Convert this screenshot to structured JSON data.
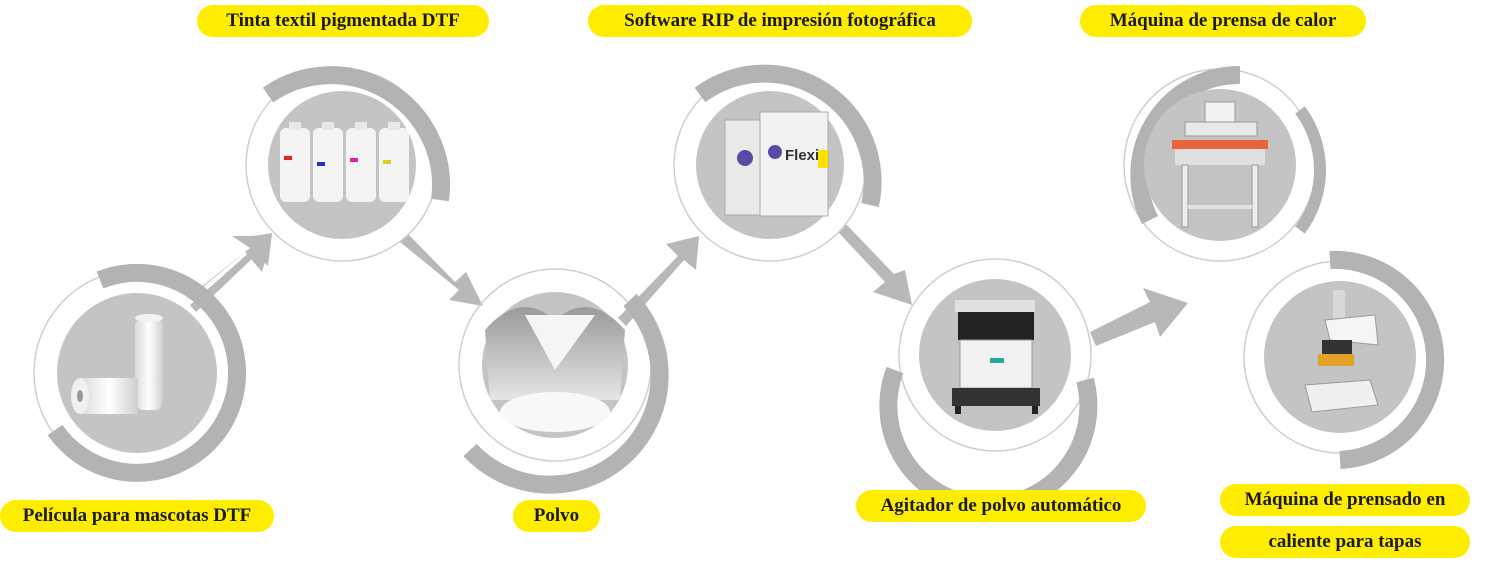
{
  "steps": [
    {
      "id": "film",
      "label": "Película para mascotas DTF",
      "image": "film-roll-icon"
    },
    {
      "id": "ink",
      "label": "Tinta textil pigmentada DTF",
      "image": "ink-bottles-icon"
    },
    {
      "id": "powder",
      "label": "Polvo",
      "image": "powder-bag-icon"
    },
    {
      "id": "rip",
      "label": "Software RIP de impresión fotográfica",
      "image": "software-box-icon",
      "box_text": "Flexi"
    },
    {
      "id": "shaker",
      "label": "Agitador de polvo automático",
      "image": "powder-shaker-machine-icon"
    },
    {
      "id": "press",
      "label": "Máquina de prensa de calor",
      "image": "heat-press-machine-icon"
    },
    {
      "id": "cappress",
      "label_line1": "Máquina de prensado en",
      "label_line2": "caliente para tapas",
      "image": "cap-press-machine-icon"
    }
  ],
  "colors": {
    "ring": "#b3b3b3",
    "disc": "#c4c4c4",
    "label_bg": "#ffed00",
    "arrow": "#b8b8b8"
  }
}
